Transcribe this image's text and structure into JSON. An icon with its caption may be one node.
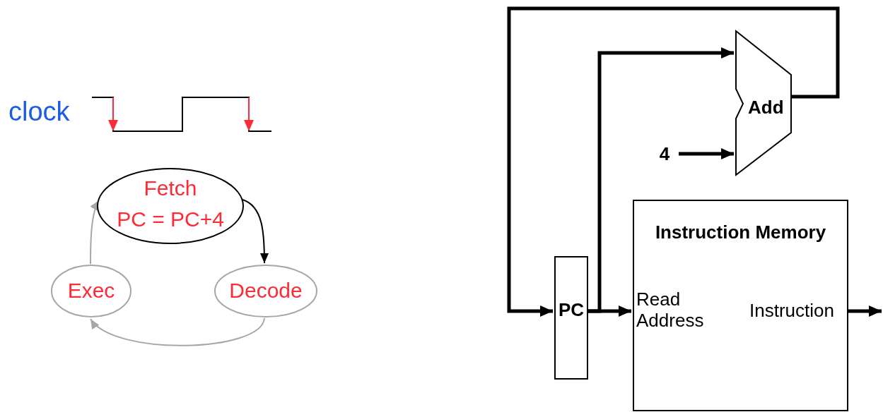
{
  "diagram": {
    "nodes": [
      {
        "text": [
          "Fetch",
          "PC = PC+4"
        ]
      },
      {
        "text": [
          "Decode"
        ]
      },
      {
        "text": [
          "Exec"
        ]
      },
      {
        "text": [
          "Add"
        ]
      },
      {
        "text": [
          "4"
        ]
      },
      {
        "text": [
          "PC"
        ]
      },
      {
        "text": [
          "Instruction Memory",
          "Read Address",
          "Instruction"
        ]
      }
    ],
    "edges": [
      {
        "from": 0,
        "to": 1,
        "arrow": "to"
      },
      {
        "from": 1,
        "to": 2,
        "arrow": "to",
        "color": "#a6a6a6"
      },
      {
        "from": 2,
        "to": 0,
        "arrow": "to",
        "color": "#a6a6a6"
      },
      {
        "from": 3,
        "to": 5,
        "arrow": "to"
      },
      {
        "from": 5,
        "to": 3,
        "arrow": "to"
      },
      {
        "from": 4,
        "to": 3,
        "arrow": "to"
      },
      {
        "from": 5,
        "to": 6,
        "arrow": "to"
      },
      {
        "from": 6,
        "to": null,
        "arrow": "to"
      }
    ],
    "labels": [
      "clock"
    ]
  }
}
